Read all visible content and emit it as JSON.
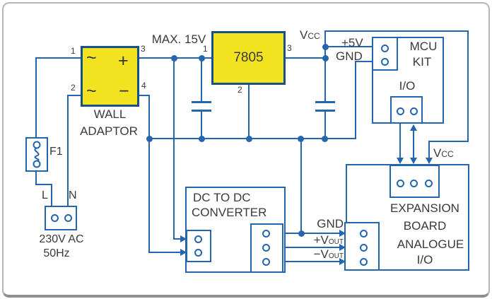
{
  "colors": {
    "wire": "#2365ae",
    "component_border": "#17508d",
    "component_fill": "#f2e320",
    "text": "#3a3a3a",
    "frame": "#b6b6b6",
    "frame_bottom": "#8f8f8f"
  },
  "mains": {
    "fuse": "F1",
    "live": "L",
    "neutral": "N",
    "voltage": "230V AC",
    "frequency": "50Hz"
  },
  "wall_adaptor": {
    "label_line1": "WALL",
    "label_line2": "ADAPTOR",
    "pin1": "1",
    "pin2": "2",
    "pin3": "3",
    "pin4": "4",
    "ac_top": "~",
    "ac_bottom": "~",
    "positive": "+",
    "negative": "−"
  },
  "regulator": {
    "part": "7805",
    "input_note": "MAX. 15V",
    "pin1": "1",
    "pin2": "2",
    "pin3": "3"
  },
  "nets": {
    "vcc_base": "V",
    "vcc_sub": "CC",
    "plus_5v": "+5V",
    "gnd": "GND"
  },
  "mcu_kit": {
    "label_line1": "MCU",
    "label_line2": "KIT",
    "io": "I/O"
  },
  "dcdc_converter": {
    "label_line1": "DC TO DC",
    "label_line2": "CONVERTER",
    "out_gnd": "GND",
    "out_pos_base": "+V",
    "out_pos_sub": "OUT",
    "out_neg_base": "−V",
    "out_neg_sub": "OUT"
  },
  "expansion_board": {
    "line1": "EXPANSION",
    "line2": "BOARD",
    "line3": "ANALOGUE",
    "line4": "I/O",
    "vcc_base": "V",
    "vcc_sub": "CC"
  }
}
